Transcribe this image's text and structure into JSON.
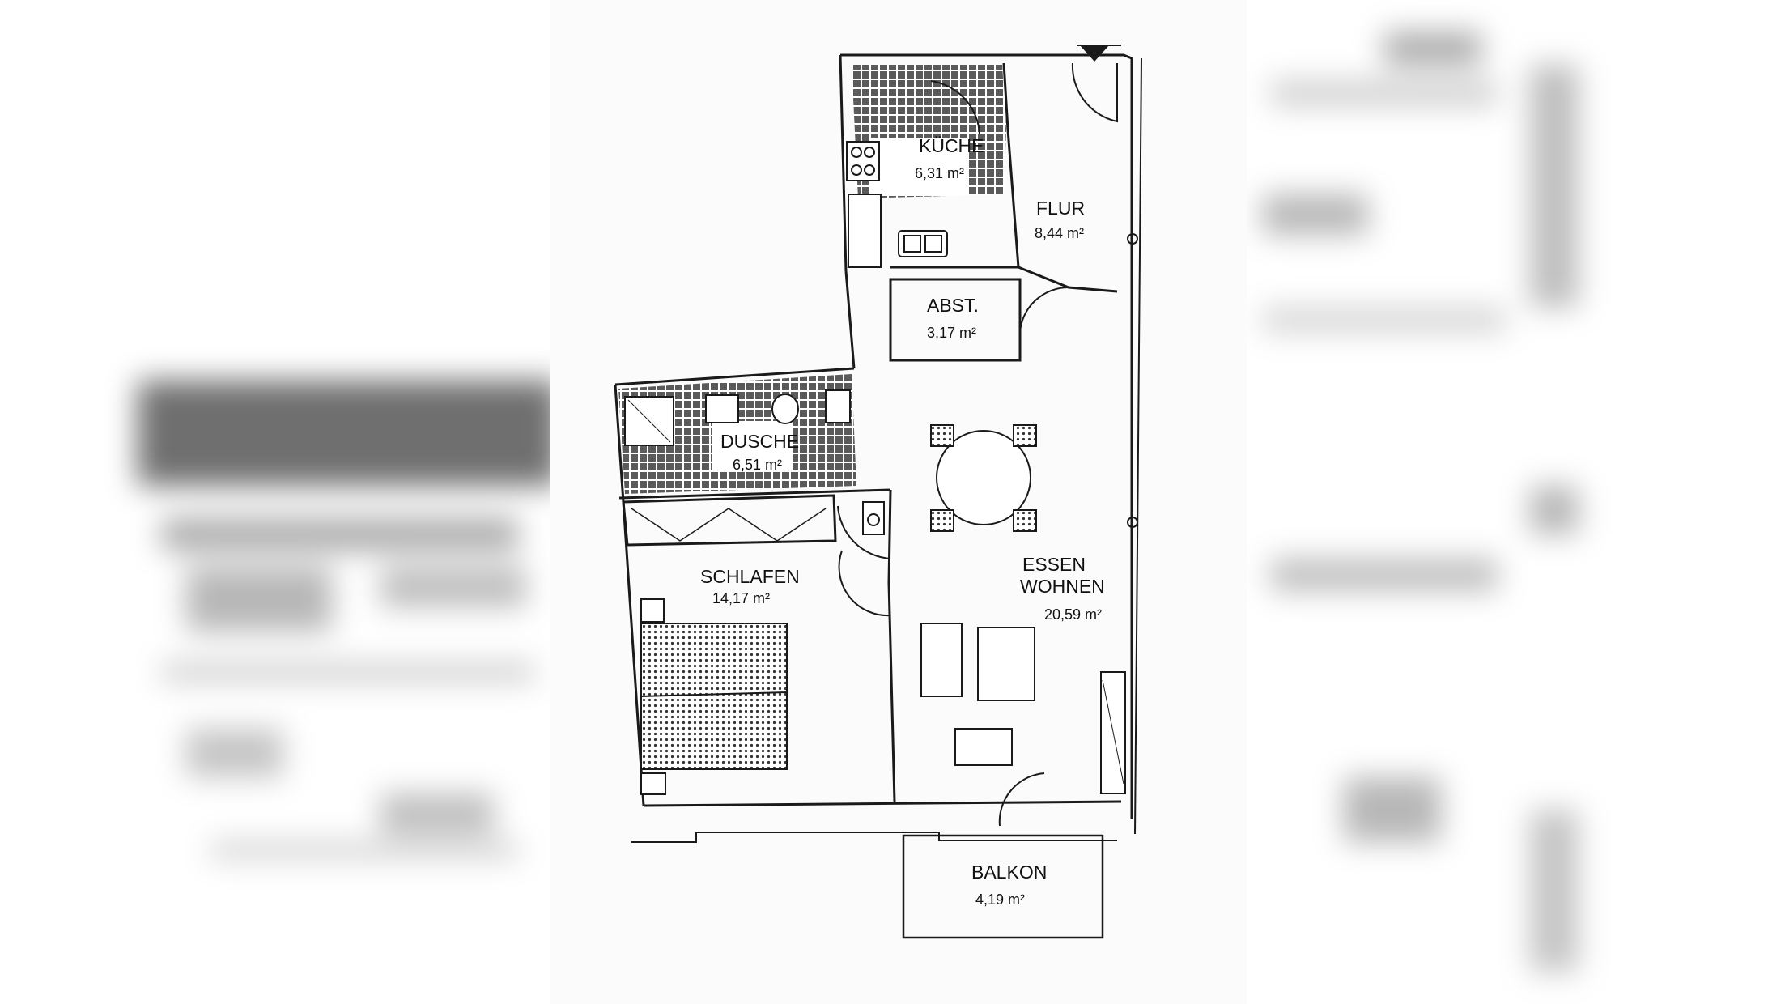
{
  "rooms": {
    "kueche": {
      "name": "KÜCHE",
      "area": "6,31 m²"
    },
    "flur": {
      "name": "FLUR",
      "area": "8,44 m²"
    },
    "abst": {
      "name": "ABST.",
      "area": "3,17 m²"
    },
    "dusche": {
      "name": "DUSCHE",
      "area": "6,51 m²"
    },
    "schlafen": {
      "name": "SCHLAFEN",
      "area": "14,17 m²"
    },
    "essen": {
      "name_line1": "ESSEN",
      "name_line2": "WOHNEN",
      "area": "20,59 m²"
    },
    "balkon": {
      "name": "BALKON",
      "area": "4,19 m²"
    }
  },
  "colors": {
    "line": "#1a1a1a",
    "tile": "#555555",
    "paper": "#fbfbfb"
  },
  "icons": [
    "entrance-arrow-icon",
    "stove-icon",
    "sink-icon",
    "shower-icon",
    "toilet-icon",
    "bed-icon",
    "table-icon",
    "sofa-icon"
  ]
}
